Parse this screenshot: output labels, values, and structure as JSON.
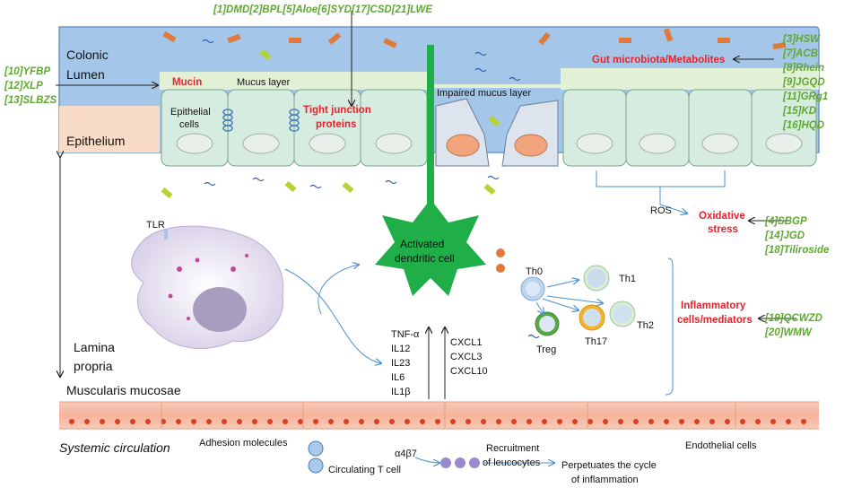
{
  "top_herbs": "[1]DMD[2]BPL[5]Aloe[6]SYD[17]CSD[21]LWE",
  "left_herbs": [
    "[10]YFBP",
    "[12]XLP",
    "[13]SLBZS"
  ],
  "right_herbs": [
    "[3]HSW",
    "[7]ACB",
    "[8]Rhein",
    "[9]JGQD",
    "[11]GRg1",
    "[15]KD",
    "[16]HQD"
  ],
  "stress_herbs": [
    "[4]SBGP",
    "[14]JGD",
    "[18]Tiliroside"
  ],
  "inflam_herbs": [
    "[19]QCWZD",
    "[20]WMW"
  ],
  "regions": {
    "colonic_lumen": [
      "Colonic",
      "Lumen"
    ],
    "epithelium": "Epithelium",
    "lamina_propria": [
      "Lamina",
      "propria"
    ],
    "muscularis": "Muscularis mucosae",
    "systemic": "Systemic circulation"
  },
  "labels": {
    "mucin": "Mucin",
    "mucus_layer": "Mucus  layer",
    "epithelial_cells": [
      "Epithelial",
      "cells"
    ],
    "tight_junction": [
      "Tight junction",
      "proteins"
    ],
    "impaired_mucus": "Impaired mucus layer",
    "gut_microbiota": "Gut microbiota/Metabolites",
    "ros": "ROS",
    "oxidative_stress": [
      "Oxidative",
      "stress"
    ],
    "tlr": "TLR",
    "dendritic": [
      "Activated",
      "dendritic cell"
    ],
    "th0": "Th0",
    "th1": "Th1",
    "th2": "Th2",
    "th17": "Th17",
    "treg": "Treg",
    "inflammatory": [
      "Inflammatory",
      "cells/mediators"
    ],
    "cytokines_a": [
      "TNF-α",
      "IL12",
      "IL23",
      "IL6",
      "IL1β"
    ],
    "cytokines_b": [
      "CXCL1",
      "CXCL3",
      "CXCL10"
    ],
    "adhesion": "Adhesion molecules",
    "circulating_t": "Circulating T cell",
    "a4b7": "α4β7",
    "recruitment": [
      "Recruitment",
      "of leucocytes"
    ],
    "perpetuates": [
      "Perpetuates the cycle",
      "of inflammation"
    ],
    "endothelial": "Endothelial cells"
  },
  "colors": {
    "lumen": "#a4c6e8",
    "mucus": "#e2f0d6",
    "cell": "#d6ece0",
    "epithelium_band": "#f9dcc8",
    "dendritic": "#1fae47",
    "accent_red": "#e6232d",
    "herb_green": "#5fa832",
    "vessel": "#f6b6a2"
  }
}
